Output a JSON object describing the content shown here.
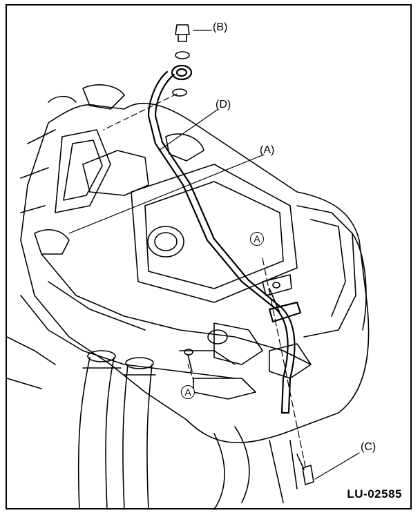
{
  "figure": {
    "callouts": {
      "a": "(A)",
      "b": "(B)",
      "c": "(C)",
      "d": "(D)"
    },
    "view_mark": "A",
    "reference_code": "LU-02585"
  }
}
